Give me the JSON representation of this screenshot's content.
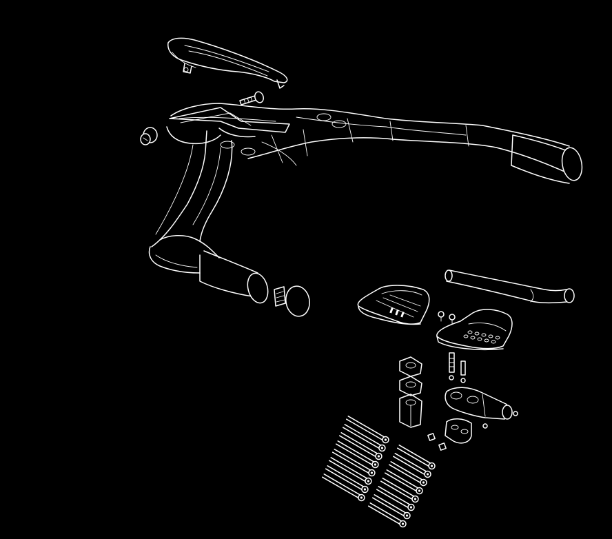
{
  "diagram": {
    "kind": "exploded-line-drawing",
    "colors": {
      "background": "#000000",
      "line": "#ffffff"
    },
    "parts": [
      "faceplate-cover",
      "stem-bolt",
      "bar-plug",
      "base-bar",
      "bar-end-cap",
      "extension-tube",
      "left-armrest-pad",
      "right-armrest-pad",
      "armrest-screws",
      "mount-bolts",
      "spacer-stack",
      "extension-clamp",
      "clamp-lower-half",
      "clamp-screws",
      "long-bolt-set-a",
      "long-bolt-set-b"
    ],
    "bolt_set_a_count": 8,
    "bolt_set_b_count": 8,
    "spacer_count": 3
  }
}
